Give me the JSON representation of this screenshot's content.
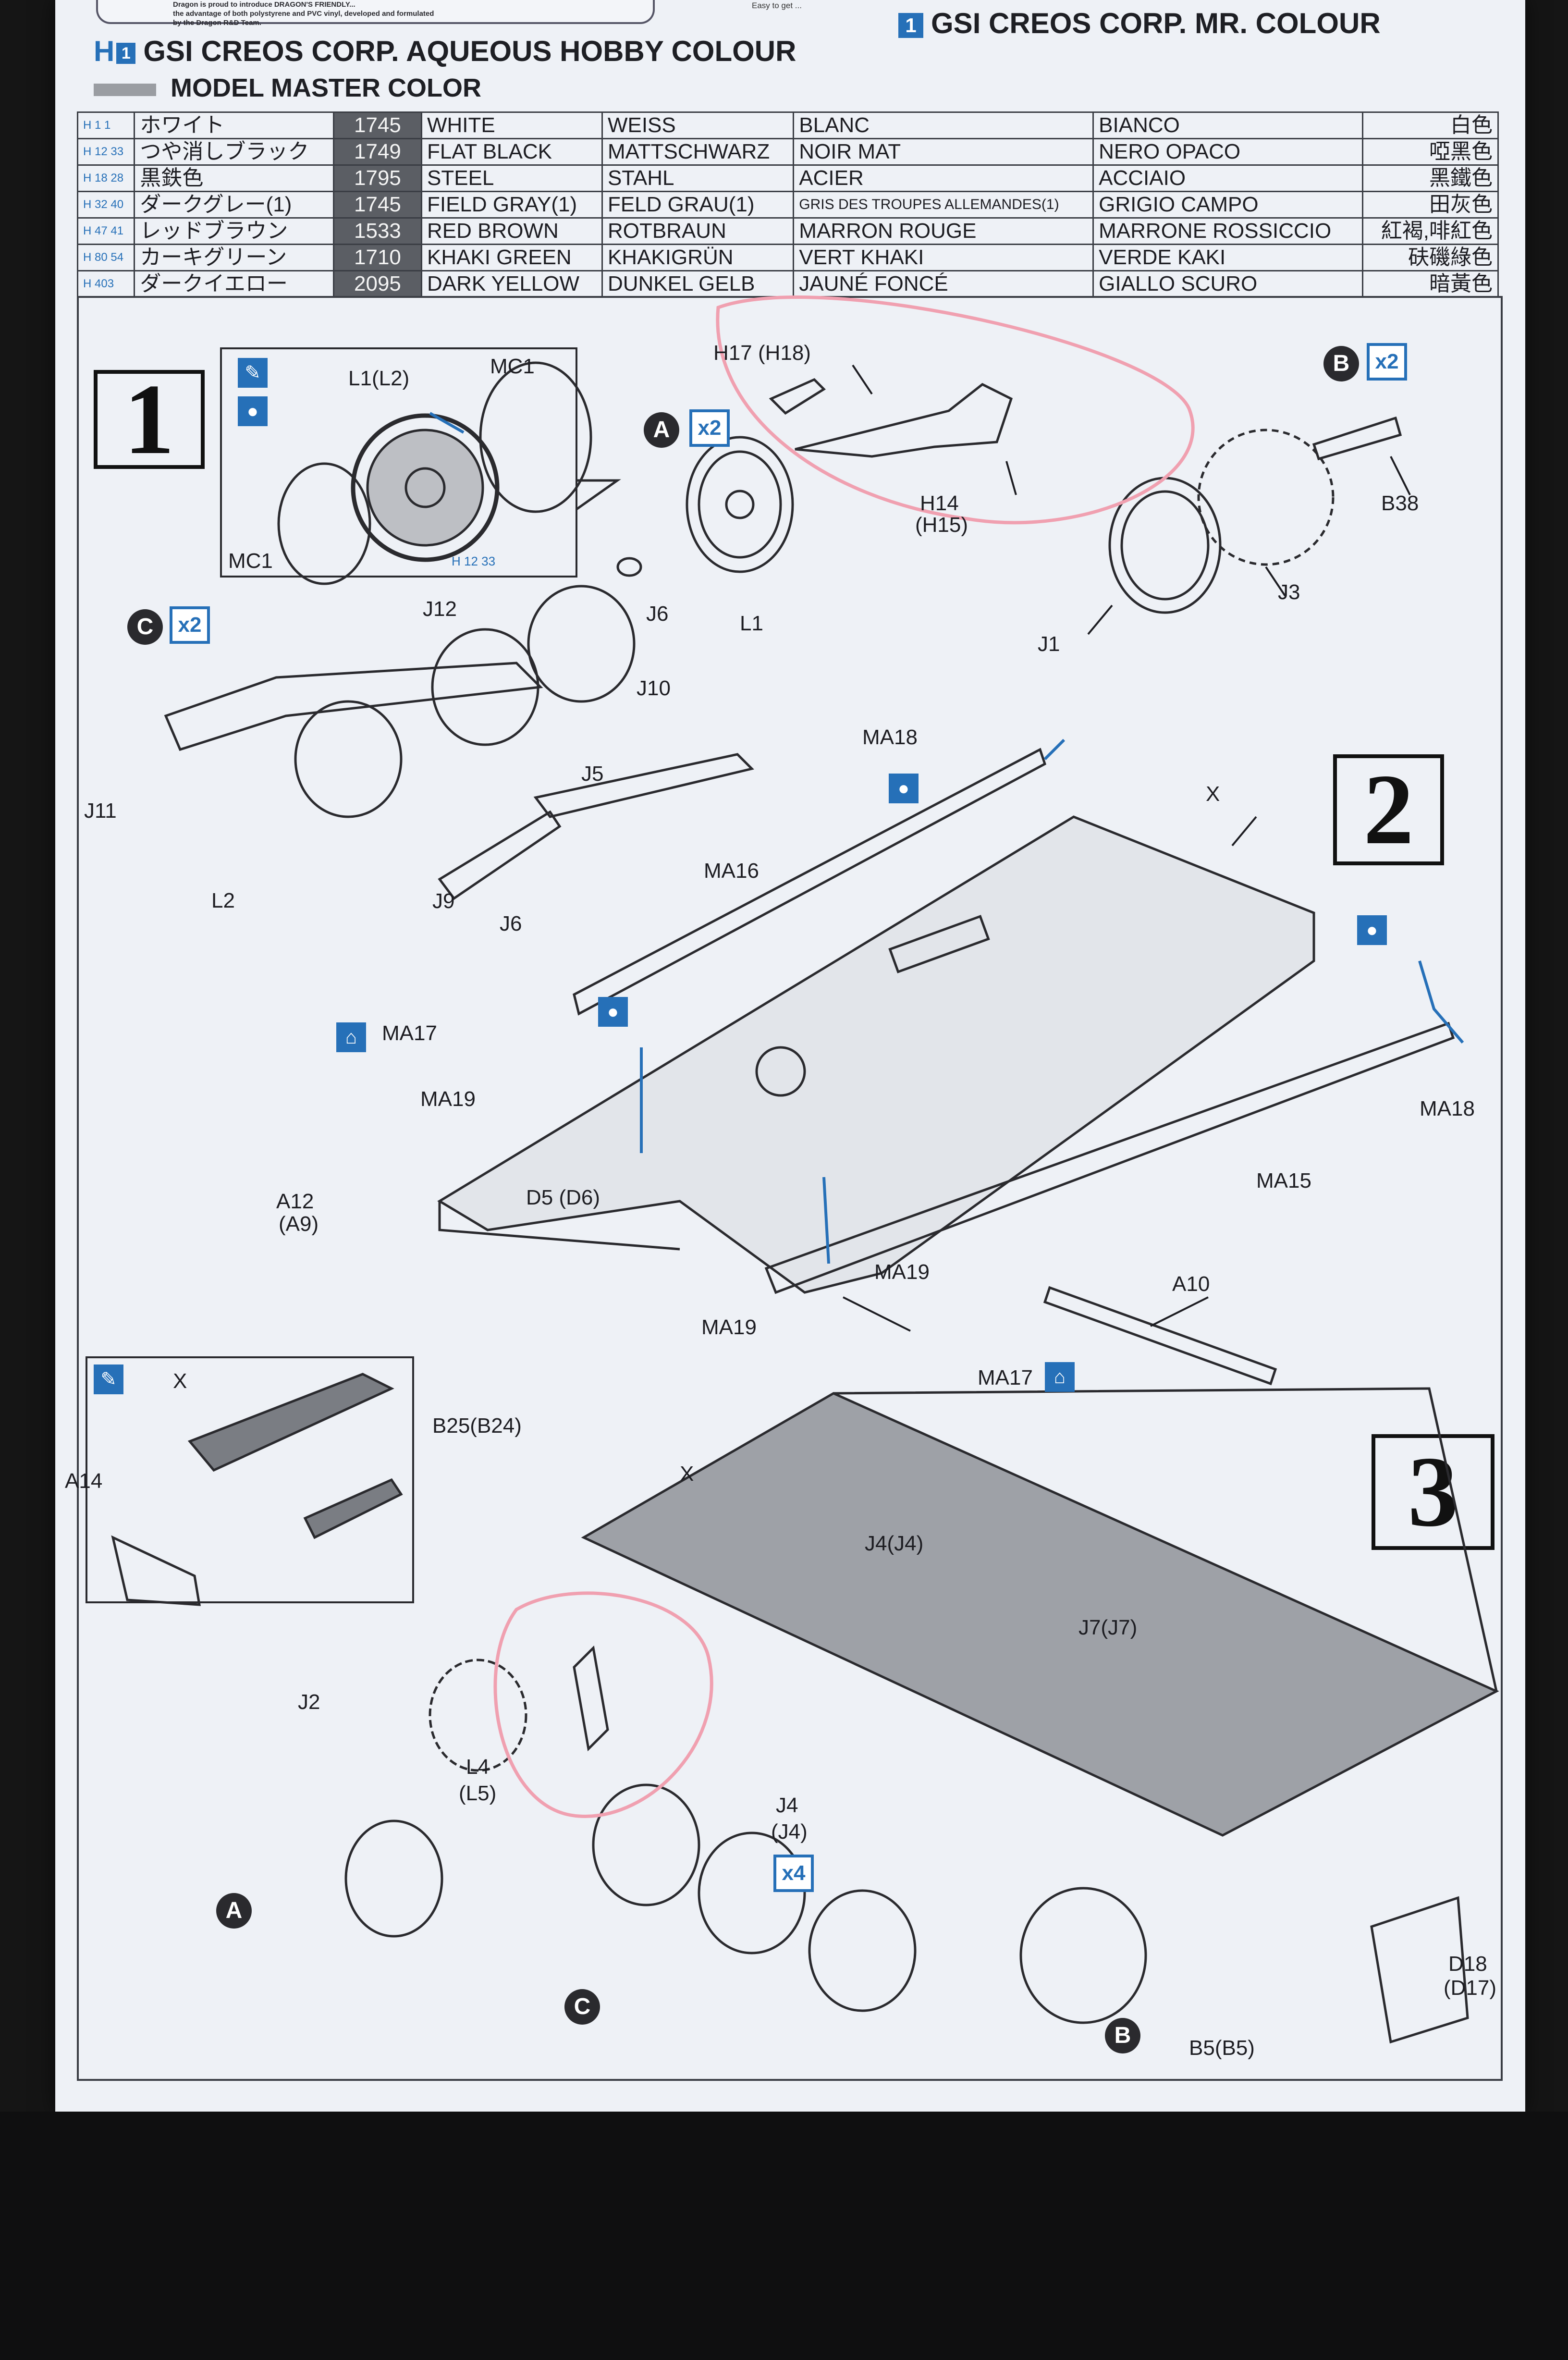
{
  "header": {
    "intro_lines": [
      "Dragon is proud to introduce DRAGON'S FRIENDLY...",
      "the advantage of both polystyrene and PVC vinyl, developed and formulated",
      "by the Dragon R&D Team."
    ],
    "easy_note": "Easy to get ..."
  },
  "brands": {
    "aqueous": "GSI CREOS CORP. AQUEOUS HOBBY COLOUR",
    "aqueous_mark_h": "H",
    "aqueous_mark_num": "1",
    "mr": "GSI CREOS CORP. MR. COLOUR",
    "mr_mark": "1",
    "model_master": "MODEL MASTER COLOR"
  },
  "color_table": [
    {
      "h": "H 1 1",
      "jp": "ホワイト",
      "num": "1745",
      "en": "WHITE",
      "de": "WEISS",
      "fr": "BLANC",
      "it": "BIANCO",
      "zh": "白色"
    },
    {
      "h": "H 12 33",
      "jp": "つや消しブラック",
      "num": "1749",
      "en": "FLAT BLACK",
      "de": "MATTSCHWARZ",
      "fr": "NOIR MAT",
      "it": "NERO OPACO",
      "zh": "啞黑色"
    },
    {
      "h": "H 18 28",
      "jp": "黒鉄色",
      "num": "1795",
      "en": "STEEL",
      "de": "STAHL",
      "fr": "ACIER",
      "it": "ACCIAIO",
      "zh": "黑鐵色"
    },
    {
      "h": "H 32 40",
      "jp": "ダークグレー(1)",
      "num": "1745",
      "en": "FIELD GRAY(1)",
      "de": "FELD GRAU(1)",
      "fr": "GRIS DES TROUPES ALLEMANDES(1)",
      "it": "GRIGIO CAMPO",
      "zh": "田灰色"
    },
    {
      "h": "H 47 41",
      "jp": "レッドブラウン",
      "num": "1533",
      "en": "RED BROWN",
      "de": "ROTBRAUN",
      "fr": "MARRON ROUGE",
      "it": "MARRONE ROSSICCIO",
      "zh": "紅褐,啡紅色"
    },
    {
      "h": "H 80 54",
      "jp": "カーキグリーン",
      "num": "1710",
      "en": "KHAKI GREEN",
      "de": "KHAKIGRÜN",
      "fr": "VERT KHAKI",
      "it": "VERDE KAKI",
      "zh": "砆磯綠色"
    },
    {
      "h": "H 403",
      "jp": "ダークイエロー",
      "num": "2095",
      "en": "DARK YELLOW",
      "de": "DUNKEL GELB",
      "fr": "JAUNÉ FONCÉ",
      "it": "GIALLO SCURO",
      "zh": "暗黃色"
    }
  ],
  "steps": {
    "s1": "1",
    "s2": "2",
    "s3": "3"
  },
  "step1": {
    "inset": {
      "l1": "L1(L2)",
      "mc1a": "MC1",
      "mc1b": "MC1",
      "paint": "H 12 33"
    },
    "badge_a": "A",
    "badge_a_x": "x2",
    "badge_b": "B",
    "badge_b_x": "x2",
    "badge_c": "C",
    "badge_c_x": "x2",
    "labels": {
      "h17": "H17 (H18)",
      "h14": "H14",
      "h15": "(H15)",
      "j6": "J6",
      "l1": "L1",
      "b38": "B38",
      "j3": "J3",
      "j1": "J1",
      "j12": "J12",
      "j10": "J10",
      "j11": "J11",
      "j5": "J5",
      "l2": "L2",
      "j9": "J9",
      "j6b": "J6"
    }
  },
  "step2": {
    "labels": {
      "ma18a": "MA18",
      "x": "X",
      "ma16": "MA16",
      "ma17a": "MA17",
      "ma19a": "MA19",
      "a12": "A12",
      "a9": "(A9)",
      "d5": "D5 (D6)",
      "ma18b": "MA18",
      "ma15": "MA15",
      "ma19b": "MA19",
      "ma19c": "MA19",
      "a10": "A10",
      "ma17b": "MA17"
    }
  },
  "step3": {
    "labels": {
      "x_inset": "X",
      "a14": "A14",
      "b25": "B25(B24)",
      "x": "X",
      "j4a": "J4(J4)",
      "j7": "J7(J7)",
      "j2": "J2",
      "l4": "L4",
      "l5": "(L5)",
      "j4b": "J4",
      "j4c": "(J4)",
      "x4": "x4",
      "d18": "D18",
      "d17": "(D17)",
      "b5": "B5(B5)"
    },
    "badge_a": "A",
    "badge_b": "B",
    "badge_c": "C"
  },
  "colors": {
    "accent_blue": "#2670b8",
    "highlight_pink": "#f0a0b0",
    "ink": "#1d1d22"
  }
}
